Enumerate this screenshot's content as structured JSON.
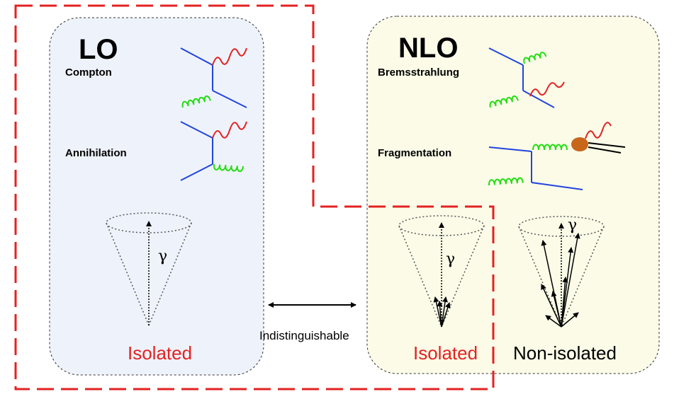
{
  "lo": {
    "title": "LO",
    "process_1": "Compton",
    "process_2": "Annihilation",
    "cone_label": "γ",
    "status": "Isolated"
  },
  "nlo": {
    "title": "NLO",
    "process_1": "Bremsstrahlung",
    "process_2": "Fragmentation",
    "cone_label_isolated": "γ",
    "cone_label_nonisolated": "γ",
    "status_isolated": "Isolated",
    "status_nonisolated": "Non-isolated"
  },
  "middle": {
    "label": "Indistinguishable"
  },
  "colors": {
    "dashed_boundary": "#e32222",
    "photon": "#e32222",
    "gluon": "#22dd11",
    "quark": "#2244dd",
    "blob": "#c8661a",
    "lo_panel": "#eef3fb",
    "nlo_panel": "#fbfbe8"
  },
  "icons": [
    "quark-line",
    "photon-wave",
    "gluon-coil",
    "fragmentation-blob",
    "isolation-cone",
    "double-arrow"
  ]
}
